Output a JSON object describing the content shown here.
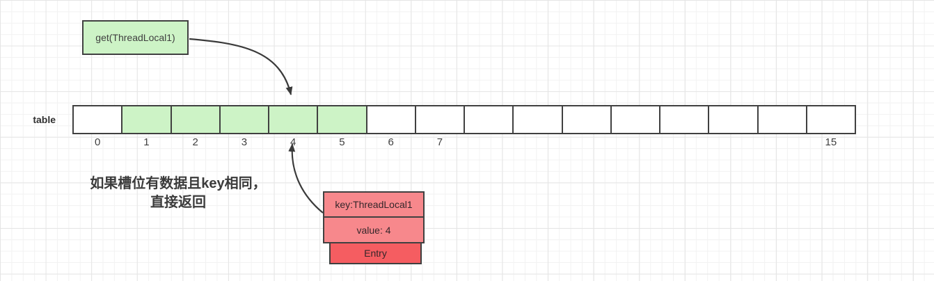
{
  "colors": {
    "green": "#cdf3c6",
    "salmon": "#f7888c",
    "red": "#f55d61",
    "border": "#404040",
    "arrow": "#3a3a3a",
    "text": "#3f3f3f"
  },
  "get_box": {
    "label": "get(ThreadLocal1)"
  },
  "table": {
    "label": "table",
    "cells": [
      {
        "label": "0",
        "highlighted": false
      },
      {
        "label": "1",
        "highlighted": true
      },
      {
        "label": "2",
        "highlighted": true
      },
      {
        "label": "3",
        "highlighted": true
      },
      {
        "label": "4",
        "highlighted": true
      },
      {
        "label": "5",
        "highlighted": true
      },
      {
        "label": "6",
        "highlighted": false
      },
      {
        "label": "7",
        "highlighted": false
      },
      {
        "label": "",
        "highlighted": false
      },
      {
        "label": "",
        "highlighted": false
      },
      {
        "label": "",
        "highlighted": false
      },
      {
        "label": "",
        "highlighted": false
      },
      {
        "label": "",
        "highlighted": false
      },
      {
        "label": "",
        "highlighted": false
      },
      {
        "label": "",
        "highlighted": false
      },
      {
        "label": "15",
        "highlighted": false
      }
    ]
  },
  "note": {
    "line1": "如果槽位有数据且key相同，",
    "line2": "直接返回"
  },
  "entry": {
    "key": "key:ThreadLocal1",
    "value": "value: 4",
    "title": "Entry"
  }
}
